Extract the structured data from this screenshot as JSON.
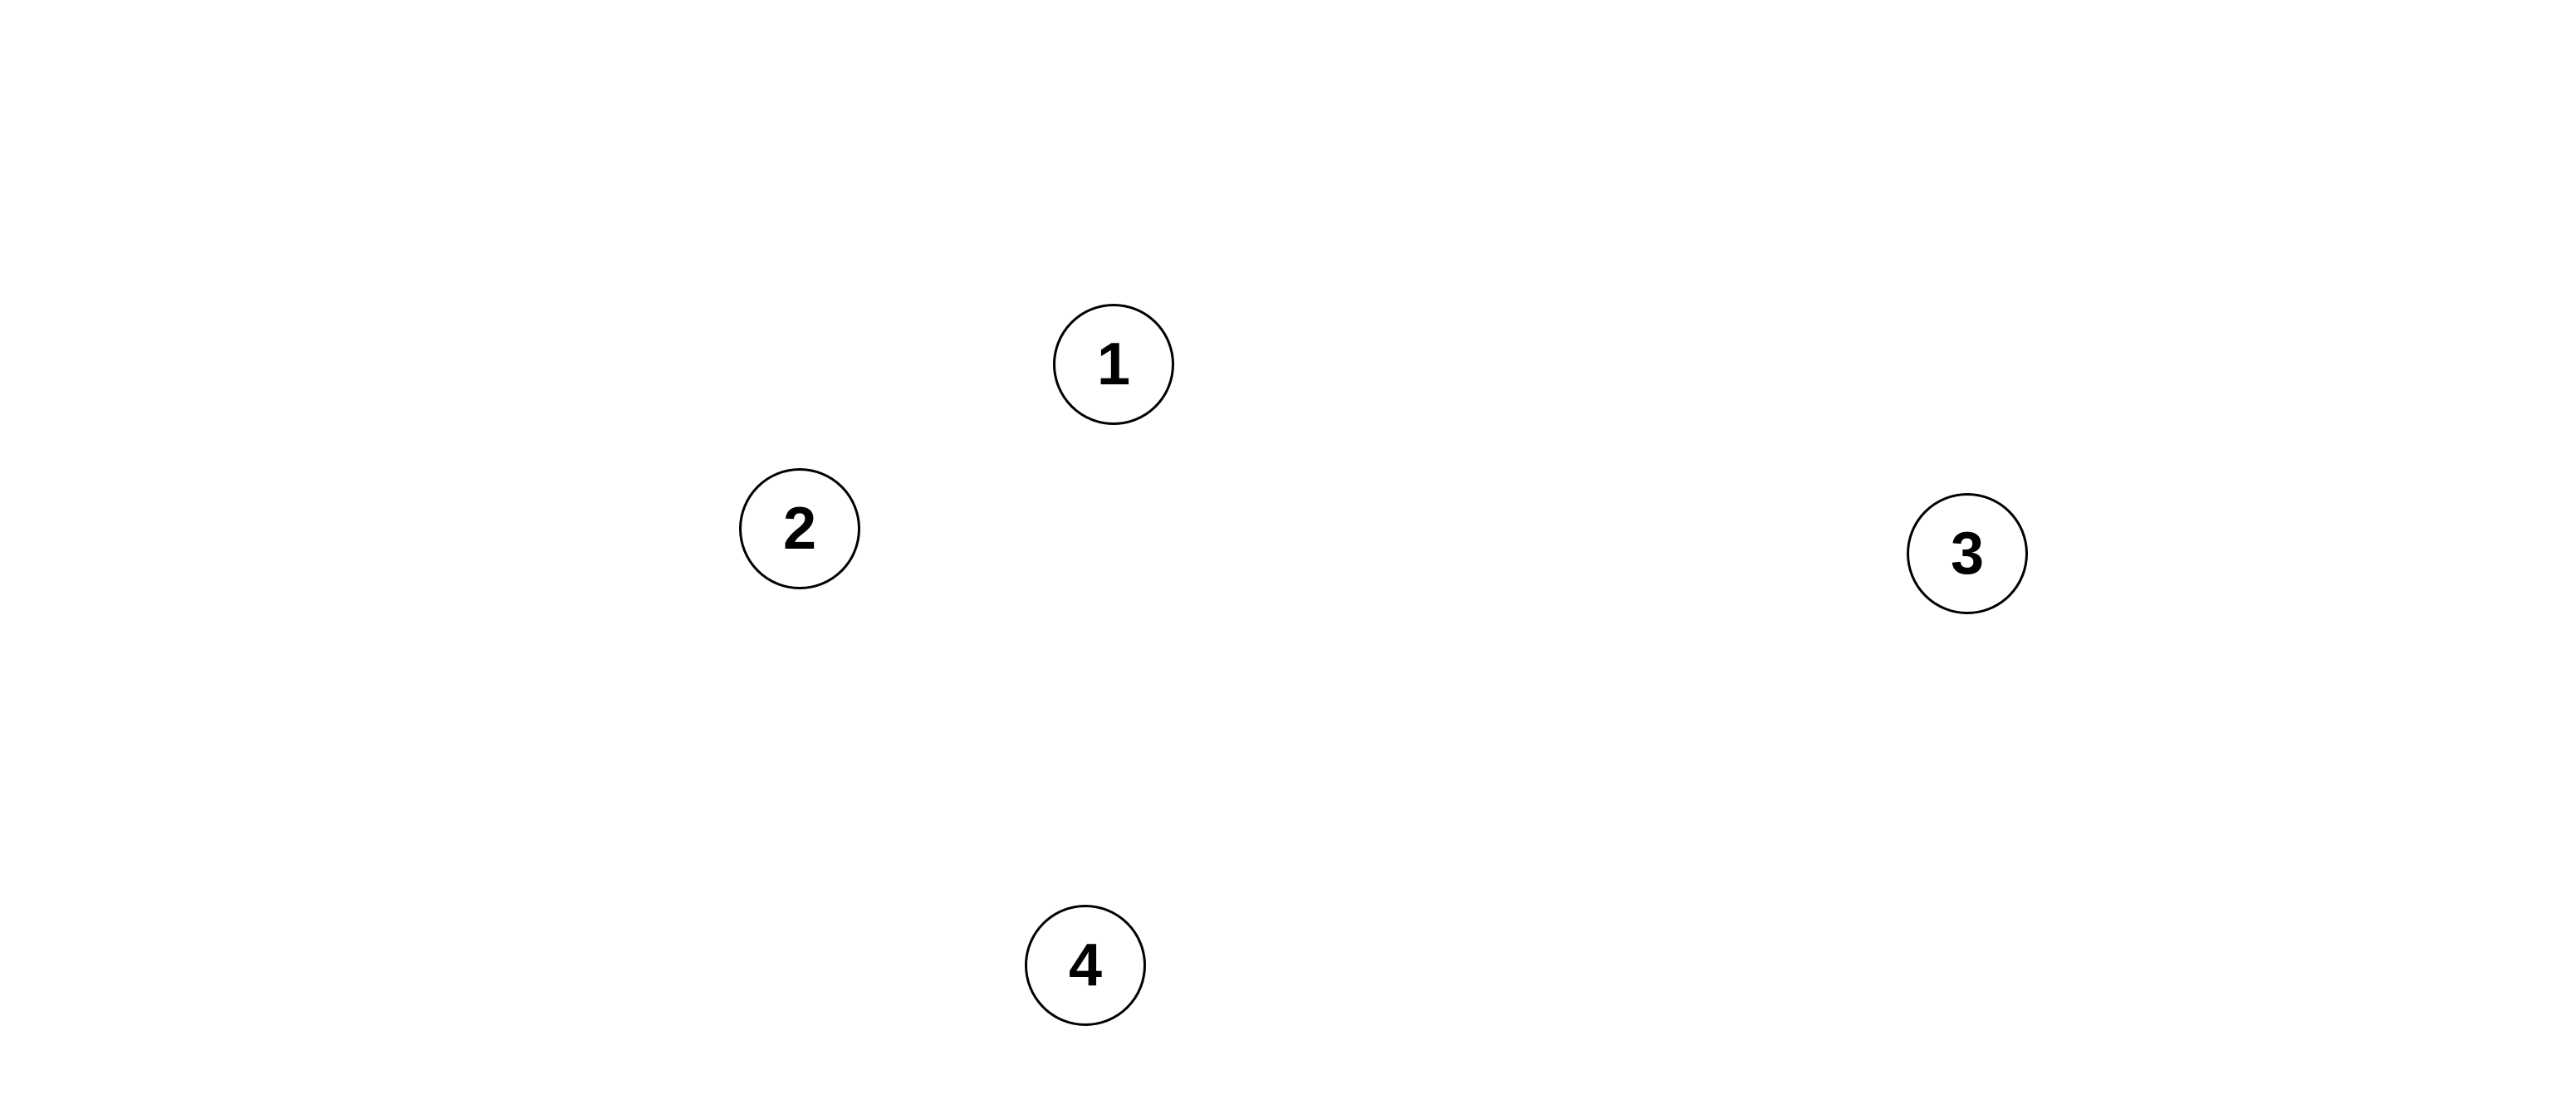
{
  "diagram": {
    "nodes": [
      {
        "label": "1"
      },
      {
        "label": "2"
      },
      {
        "label": "3"
      },
      {
        "label": "4"
      }
    ],
    "edges": []
  }
}
